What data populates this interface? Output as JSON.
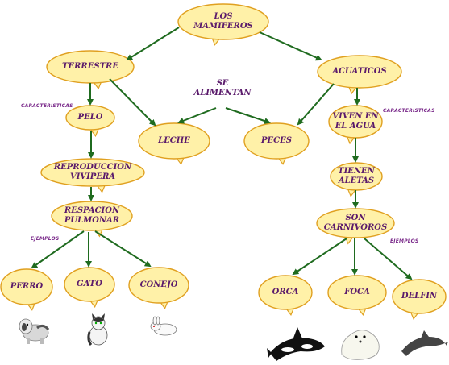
{
  "colors": {
    "bubble_fill": "#fff1a8",
    "bubble_stroke": "#e0a020",
    "arrow": "#1f6b1f",
    "text": "#5a1a6b"
  },
  "nodes": {
    "mamiferos": "LOS\nMAMIFEROS",
    "terrestre": "TERRESTRE",
    "acuaticos": "ACUATICOS",
    "pelo": "PELO",
    "leche": "LECHE",
    "peces": "PECES",
    "viven": "VIVEN EN\nEL AGUA",
    "reproduccion": "REPRODUCCION\nVIVIPERA",
    "aletas": "TIENEN\nALETAS",
    "respiracion": "RESPACION\nPULMONAR",
    "carnivoros": "SON\nCARNIVOROS",
    "perro": "PERRO",
    "gato": "GATO",
    "conejo": "CONEJO",
    "orca": "ORCA",
    "foca": "FOCA",
    "delfin": "DELFIN"
  },
  "link_labels": {
    "alimentan": "SE\nALIMENTAN"
  },
  "notes": {
    "caracteristicas_left": "CARACTERISTICAS",
    "caracteristicas_right": "CARACTERISTICAS",
    "ejemplos_left": "EJEMPLOS",
    "ejemplos_right": "EJEMPLOS"
  },
  "icons": [
    "dog-icon",
    "cat-icon",
    "rabbit-icon",
    "orca-icon",
    "seal-icon",
    "dolphin-icon"
  ]
}
